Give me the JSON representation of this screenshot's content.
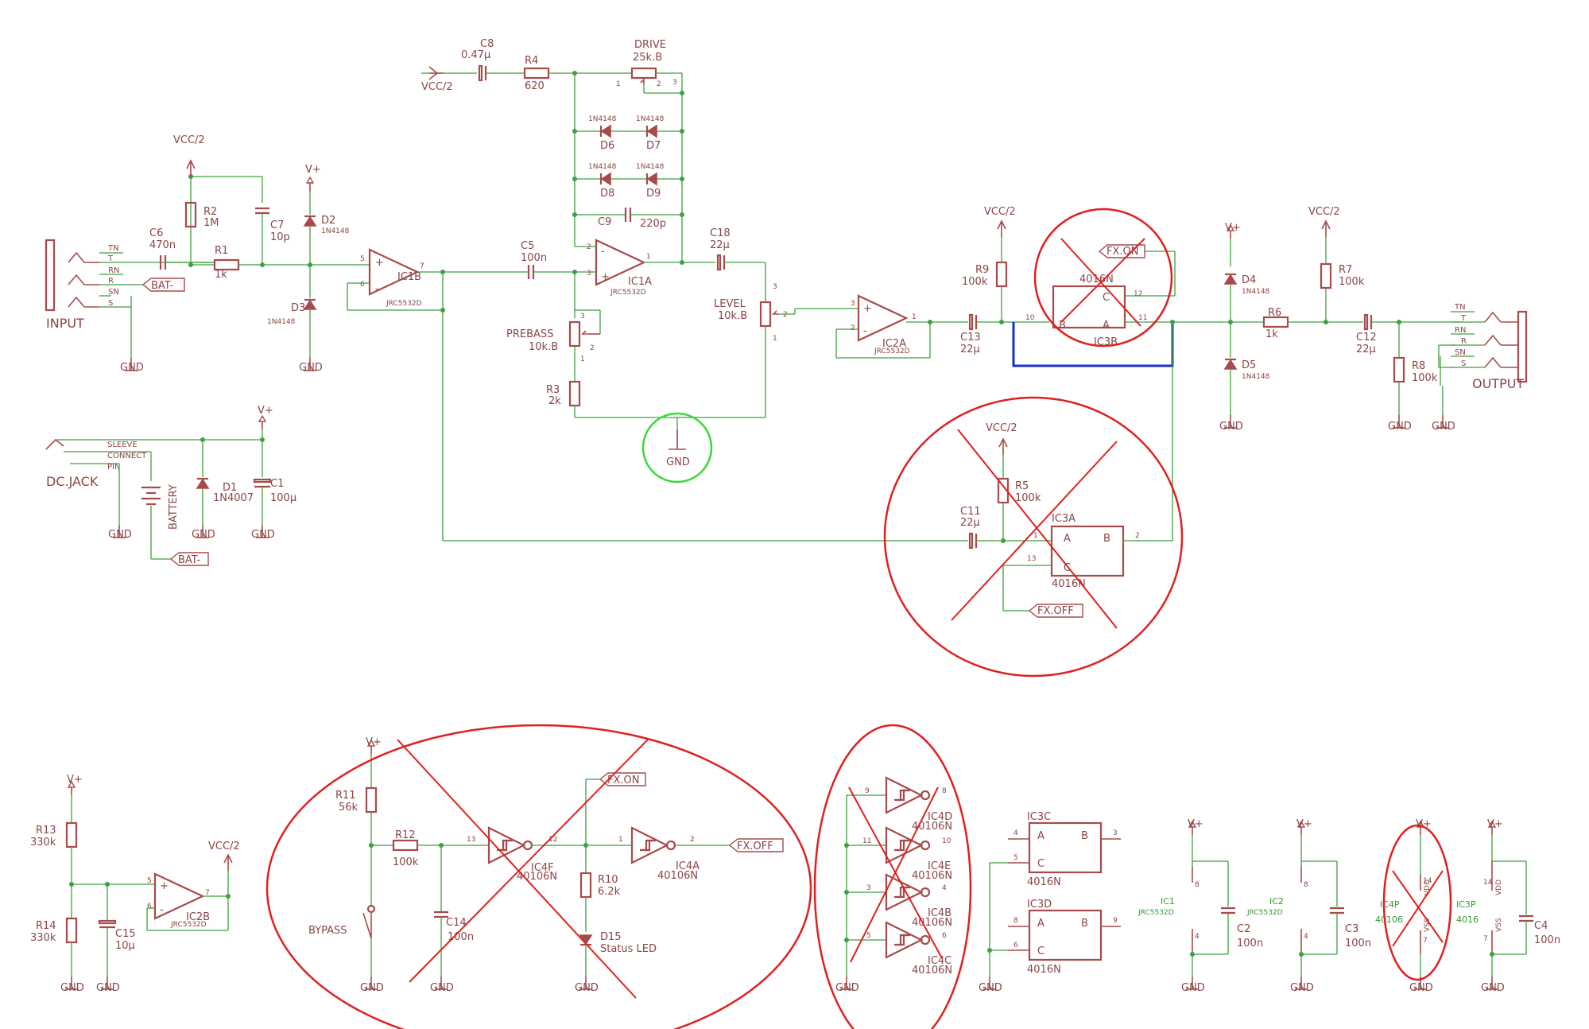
{
  "labels": {
    "vcc2_a": "VCC/2",
    "vcc2_b": "VCC/2",
    "vcc2_c": "VCC/2",
    "vcc2_d": "VCC/2",
    "vcc2_e": "VCC/2",
    "vcc2_f": "VCC/2",
    "vplus_a": "V+",
    "vplus_b": "V+",
    "vplus_c": "V+",
    "vplus_d": "V+",
    "vplus_e": "V+",
    "vplus_f": "V+",
    "vplus_g": "V+",
    "vplus_h": "V+",
    "vplus_i": "V+",
    "vplus_j": "V+",
    "input": "INPUT",
    "output": "OUTPUT",
    "dcjack": "DC.JACK",
    "sleeve": "SLEEVE",
    "connect": "CONNECT",
    "pin": "PIN",
    "battery": "BATTERY",
    "bypass": "BYPASS",
    "status_led": "Status LED",
    "tn": "TN",
    "t": "T",
    "rn": "RN",
    "r": "R",
    "sn": "SN",
    "s": "S",
    "tn2": "TN",
    "t2": "T",
    "rn2": "RN",
    "r2": "R",
    "sn2": "SN",
    "s2": "S",
    "bat_a": "BAT-",
    "bat_b": "BAT-",
    "fx_on_a": "FX.ON",
    "fx_on_b": "FX.ON",
    "fx_off_a": "FX.OFF",
    "fx_off_b": "FX.OFF"
  },
  "components": {
    "c8": "C8",
    "c8v": "0.47μ",
    "r4": "R4",
    "r4v": "620",
    "drive": "DRIVE",
    "drivev": "25k.B",
    "d6": "D6",
    "d7": "D7",
    "d8": "D8",
    "d9": "D9",
    "d6v": "1N4148",
    "d7v": "1N4148",
    "d8v": "1N4148",
    "d9v": "1N4148",
    "c9": "C9",
    "c9v": "220p",
    "r2": "R2",
    "r2v": "1M",
    "c7": "C7",
    "c7v": "10p",
    "d2": "D2",
    "d2v": "1N4148",
    "d3": "D3",
    "d3v": "1N4148",
    "c6": "C6",
    "c6v": "470n",
    "r1": "R1",
    "r1v": "1k",
    "ic1b": "IC1B",
    "ic1bv": "JRC5532D",
    "c5": "C5",
    "c5v": "100n",
    "ic1a": "IC1A",
    "ic1av": "JRC5532D",
    "prebass": "PREBASS",
    "prebassv": "10k.B",
    "r3": "R3",
    "r3v": "2k",
    "gnd_circled": "GND",
    "c18": "C18",
    "c18v": "22μ",
    "level": "LEVEL",
    "levelv": "10k.B",
    "ic2a": "IC2A",
    "ic2av": "JRC5532D",
    "r9": "R9",
    "r9v": "100k",
    "c13": "C13",
    "c13v": "22μ",
    "ic3b": "IC3B",
    "ic3bv": "4016N",
    "d4": "D4",
    "d4v": "1N4148",
    "d5": "D5",
    "d5v": "1N4148",
    "r6": "R6",
    "r6v": "1k",
    "r7": "R7",
    "r7v": "100k",
    "c12": "C12",
    "c12v": "22μ",
    "r8": "R8",
    "r8v": "100k",
    "r5": "R5",
    "r5v": "100k",
    "c11": "C11",
    "c11v": "22μ",
    "ic3a": "IC3A",
    "ic3av": "4016N",
    "d1": "D1",
    "d1v": "1N4007",
    "c1": "C1",
    "c1v": "100μ",
    "r13": "R13",
    "r13v": "330k",
    "r14": "R14",
    "r14v": "330k",
    "c15": "C15",
    "c15v": "10μ",
    "ic2b": "IC2B",
    "ic2bv": "JRC5532D",
    "r11": "R11",
    "r11v": "56k",
    "r12": "R12",
    "r12v": "100k",
    "c14": "C14",
    "c14v": "100n",
    "ic4f": "IC4F",
    "ic4fv": "40106N",
    "r10": "R10",
    "r10v": "6.2k",
    "d15": "D15",
    "ic4a": "IC4A",
    "ic4av": "40106N",
    "ic4d": "IC4D",
    "ic4dv": "40106N",
    "ic4e": "IC4E",
    "ic4ev": "40106N",
    "ic4b": "IC4B",
    "ic4bv": "40106N",
    "ic4c": "IC4C",
    "ic4cv": "40106N",
    "ic3c": "IC3C",
    "ic3cv": "4016N",
    "ic3d": "IC3D",
    "ic3dv": "4016N",
    "ic1": "IC1",
    "ic1v": "JRC5532D",
    "c2": "C2",
    "c2v": "100n",
    "ic2": "IC2",
    "ic2v": "JRC5532D",
    "c3": "C3",
    "c3v": "100n",
    "ic4p": "IC4P",
    "ic4pv": "40106",
    "ic3p": "IC3P",
    "ic3pv": "4016",
    "c4": "C4",
    "c4v": "100n",
    "vdd": "VDD",
    "vss": "VSS",
    "vdd2": "VDD",
    "vss2": "VSS"
  },
  "pins": {
    "p1": "1",
    "p2": "2",
    "p3": "3",
    "p4": "4",
    "p5": "5",
    "p6": "6",
    "p7": "7",
    "p8": "8",
    "p9": "9",
    "p10": "10",
    "p11": "11",
    "p12": "12",
    "p13": "13",
    "p14": "14"
  },
  "gnd": "GND",
  "colors": {
    "component": "#a84a4a",
    "wire": "#3fa03f",
    "annotation": "#e02020",
    "highlight_wire": "#1a2fd0",
    "highlight_circle": "#33dd33"
  }
}
